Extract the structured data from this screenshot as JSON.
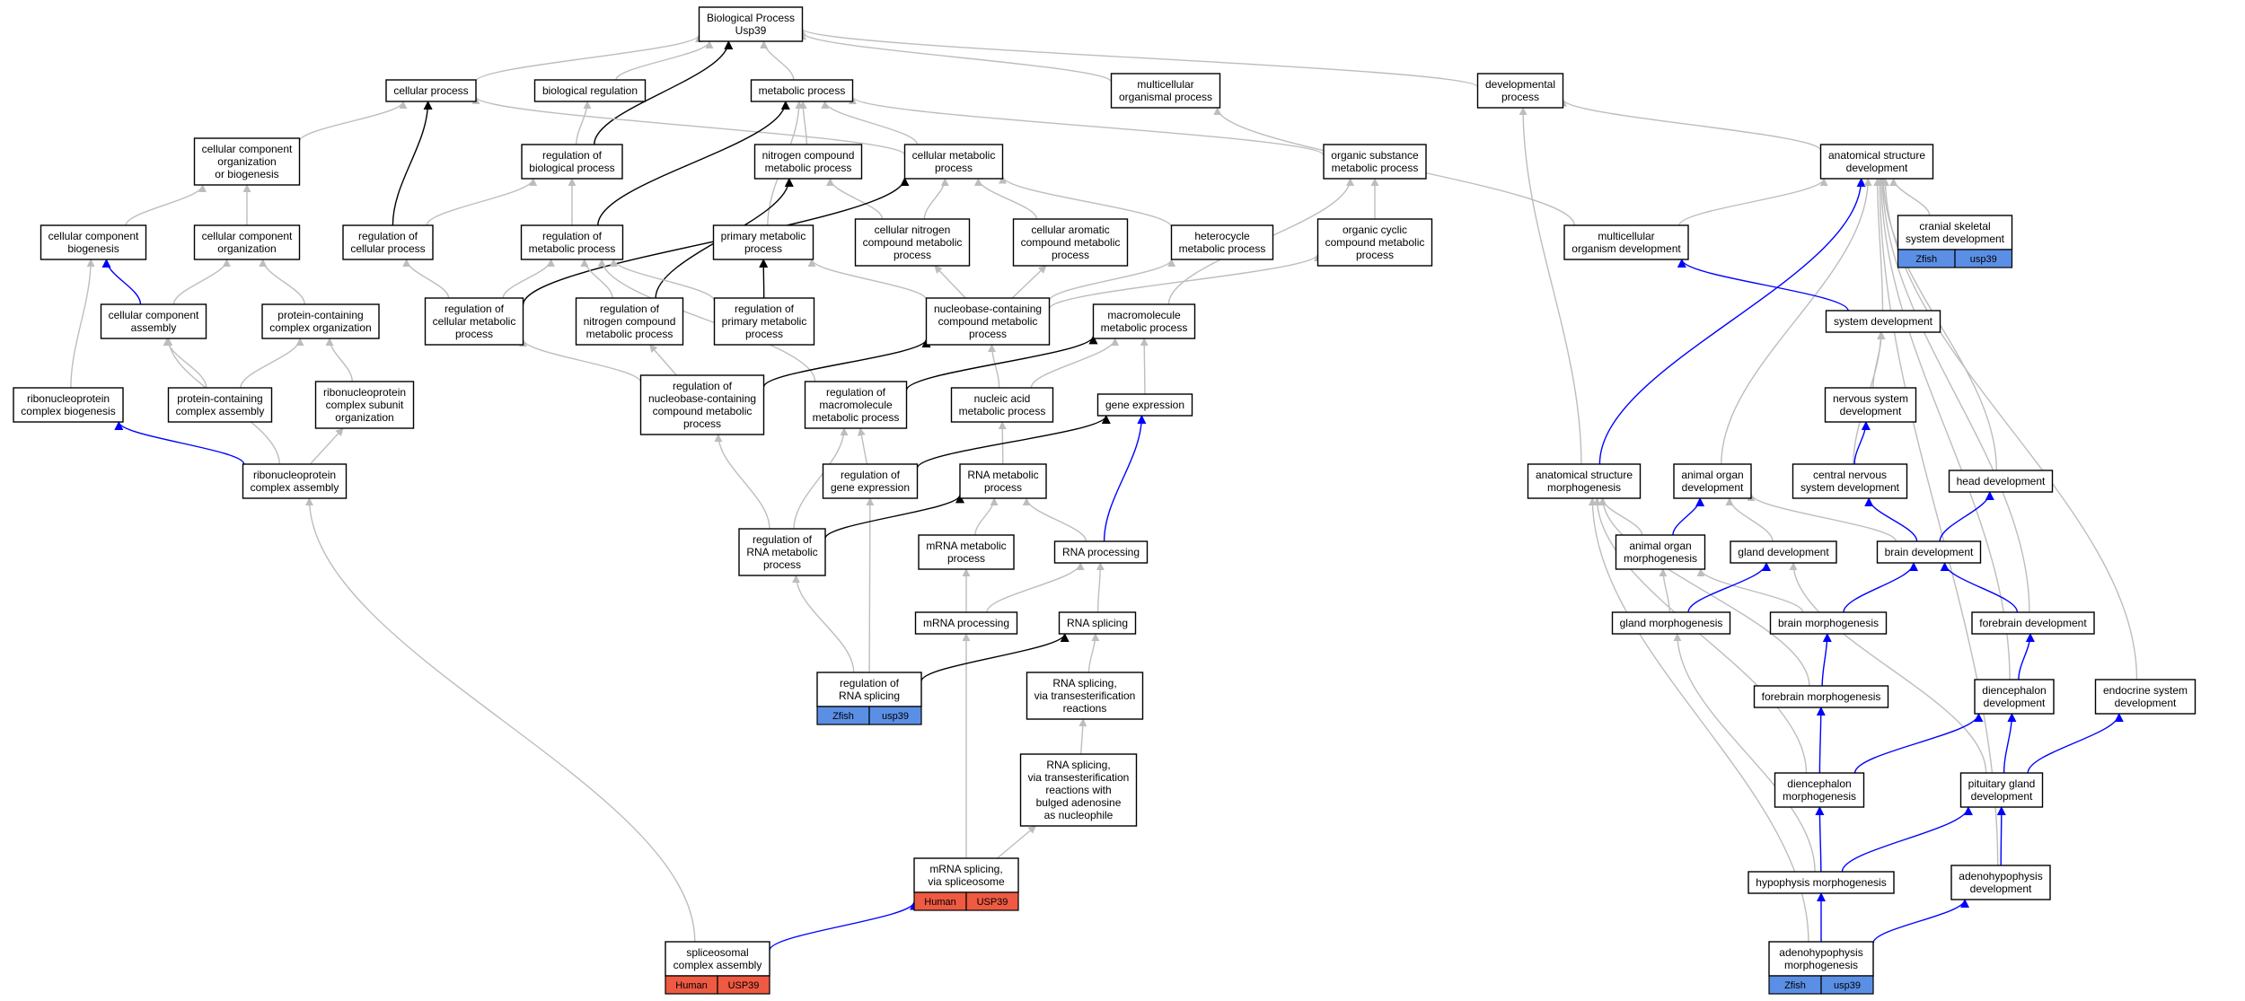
{
  "colors": {
    "gray": "#bdbdbd",
    "black": "#000000",
    "blue": "#0000ff",
    "zfish": "#5b8fe5",
    "human": "#ee5a42"
  },
  "nodes": [
    {
      "id": "bp",
      "lines": [
        "Biological Process",
        "Usp39"
      ]
    },
    {
      "id": "cellproc",
      "lines": [
        "cellular process"
      ]
    },
    {
      "id": "bioreg",
      "lines": [
        "biological regulation"
      ]
    },
    {
      "id": "metproc",
      "lines": [
        "metabolic process"
      ]
    },
    {
      "id": "multiorg",
      "lines": [
        "multicellular",
        "organismal process"
      ]
    },
    {
      "id": "devproc",
      "lines": [
        "developmental",
        "process"
      ]
    },
    {
      "id": "ccob",
      "lines": [
        "cellular component",
        "organization",
        "or biogenesis"
      ]
    },
    {
      "id": "regbio",
      "lines": [
        "regulation of",
        "biological process"
      ]
    },
    {
      "id": "ncmp",
      "lines": [
        "nitrogen compound",
        "metabolic process"
      ]
    },
    {
      "id": "cmp",
      "lines": [
        "cellular metabolic",
        "process"
      ]
    },
    {
      "id": "osmp",
      "lines": [
        "organic substance",
        "metabolic process"
      ]
    },
    {
      "id": "asd",
      "lines": [
        "anatomical structure",
        "development"
      ]
    },
    {
      "id": "ccbio",
      "lines": [
        "cellular component",
        "biogenesis"
      ]
    },
    {
      "id": "ccorg",
      "lines": [
        "cellular component",
        "organization"
      ]
    },
    {
      "id": "regcp",
      "lines": [
        "regulation of",
        "cellular process"
      ]
    },
    {
      "id": "regmp",
      "lines": [
        "regulation of",
        "metabolic process"
      ]
    },
    {
      "id": "pmp",
      "lines": [
        "primary metabolic",
        "process"
      ]
    },
    {
      "id": "cncmp",
      "lines": [
        "cellular nitrogen",
        "compound metabolic",
        "process"
      ]
    },
    {
      "id": "cacmp",
      "lines": [
        "cellular aromatic",
        "compound metabolic",
        "process"
      ]
    },
    {
      "id": "hmp",
      "lines": [
        "heterocycle",
        "metabolic process"
      ]
    },
    {
      "id": "occmp",
      "lines": [
        "organic cyclic",
        "compound metabolic",
        "process"
      ]
    },
    {
      "id": "mod",
      "lines": [
        "multicellular",
        "organism development"
      ]
    },
    {
      "id": "cskel",
      "lines": [
        "cranial skeletal",
        "system development"
      ],
      "tag": {
        "species": "Zfish",
        "gene": "usp39",
        "color": "zfish"
      }
    },
    {
      "id": "cca",
      "lines": [
        "cellular component",
        "assembly"
      ]
    },
    {
      "id": "pcco",
      "lines": [
        "protein-containing",
        "complex organization"
      ]
    },
    {
      "id": "regcmp",
      "lines": [
        "regulation of",
        "cellular metabolic",
        "process"
      ]
    },
    {
      "id": "regncmp",
      "lines": [
        "regulation of",
        "nitrogen compound",
        "metabolic process"
      ]
    },
    {
      "id": "regpmp",
      "lines": [
        "regulation of",
        "primary metabolic",
        "process"
      ]
    },
    {
      "id": "nbcmp",
      "lines": [
        "nucleobase-containing",
        "compound metabolic",
        "process"
      ]
    },
    {
      "id": "macro",
      "lines": [
        "macromolecule",
        "metabolic process"
      ]
    },
    {
      "id": "sysdev",
      "lines": [
        "system development"
      ]
    },
    {
      "id": "rnpcb",
      "lines": [
        "ribonucleoprotein",
        "complex biogenesis"
      ]
    },
    {
      "id": "pcca",
      "lines": [
        "protein-containing",
        "complex assembly"
      ]
    },
    {
      "id": "rnpcso",
      "lines": [
        "ribonucleoprotein",
        "complex subunit",
        "organization"
      ]
    },
    {
      "id": "regnbc",
      "lines": [
        "regulation of",
        "nucleobase-containing",
        "compound metabolic",
        "process"
      ]
    },
    {
      "id": "regmacro",
      "lines": [
        "regulation of",
        "macromolecule",
        "metabolic process"
      ]
    },
    {
      "id": "namp",
      "lines": [
        "nucleic acid",
        "metabolic process"
      ]
    },
    {
      "id": "geneexp",
      "lines": [
        "gene expression"
      ]
    },
    {
      "id": "nsd",
      "lines": [
        "nervous system",
        "development"
      ]
    },
    {
      "id": "rnpca",
      "lines": [
        "ribonucleoprotein",
        "complex assembly"
      ]
    },
    {
      "id": "reggene",
      "lines": [
        "regulation of",
        "gene expression"
      ]
    },
    {
      "id": "rnamp",
      "lines": [
        "RNA metabolic",
        "process"
      ]
    },
    {
      "id": "asm",
      "lines": [
        "anatomical structure",
        "morphogenesis"
      ]
    },
    {
      "id": "aod",
      "lines": [
        "animal organ",
        "development"
      ]
    },
    {
      "id": "cnsd",
      "lines": [
        "central nervous",
        "system development"
      ]
    },
    {
      "id": "headdev",
      "lines": [
        "head development"
      ]
    },
    {
      "id": "regrnamp",
      "lines": [
        "regulation of",
        "RNA metabolic",
        "process"
      ]
    },
    {
      "id": "mrnamp",
      "lines": [
        "mRNA metabolic",
        "process"
      ]
    },
    {
      "id": "rnaproc",
      "lines": [
        "RNA processing"
      ]
    },
    {
      "id": "aom",
      "lines": [
        "animal organ",
        "morphogenesis"
      ]
    },
    {
      "id": "glanddev",
      "lines": [
        "gland development"
      ]
    },
    {
      "id": "braindev",
      "lines": [
        "brain development"
      ]
    },
    {
      "id": "mrnaproc",
      "lines": [
        "mRNA processing"
      ]
    },
    {
      "id": "rnasplice",
      "lines": [
        "RNA splicing"
      ]
    },
    {
      "id": "glandmorph",
      "lines": [
        "gland morphogenesis"
      ]
    },
    {
      "id": "brainmorph",
      "lines": [
        "brain morphogenesis"
      ]
    },
    {
      "id": "fbdev",
      "lines": [
        "forebrain development"
      ]
    },
    {
      "id": "regrnasplice",
      "lines": [
        "regulation of",
        "RNA splicing"
      ],
      "tag": {
        "species": "Zfish",
        "gene": "usp39",
        "color": "zfish"
      }
    },
    {
      "id": "rnaspliceTE",
      "lines": [
        "RNA splicing,",
        "via transesterification",
        "reactions"
      ]
    },
    {
      "id": "fbmorph",
      "lines": [
        "forebrain morphogenesis"
      ]
    },
    {
      "id": "diendev",
      "lines": [
        "diencephalon",
        "development"
      ]
    },
    {
      "id": "endodev",
      "lines": [
        "endocrine system",
        "development"
      ]
    },
    {
      "id": "rnaspliceBA",
      "lines": [
        "RNA splicing,",
        "via transesterification",
        "reactions with",
        "bulged adenosine",
        "as nucleophile"
      ]
    },
    {
      "id": "dienmorph",
      "lines": [
        "diencephalon",
        "morphogenesis"
      ]
    },
    {
      "id": "pitdev",
      "lines": [
        "pituitary gland",
        "development"
      ]
    },
    {
      "id": "mrnasplice",
      "lines": [
        "mRNA splicing,",
        "via spliceosome"
      ],
      "tag": {
        "species": "Human",
        "gene": "USP39",
        "color": "human"
      }
    },
    {
      "id": "hypomorph",
      "lines": [
        "hypophysis morphogenesis"
      ]
    },
    {
      "id": "adenodev",
      "lines": [
        "adenohypophysis",
        "development"
      ]
    },
    {
      "id": "spliceo",
      "lines": [
        "spliceosomal",
        "complex assembly"
      ],
      "tag": {
        "species": "Human",
        "gene": "USP39",
        "color": "human"
      }
    },
    {
      "id": "adenomorph",
      "lines": [
        "adenohypophysis",
        "morphogenesis"
      ],
      "tag": {
        "species": "Zfish",
        "gene": "usp39",
        "color": "zfish"
      }
    }
  ],
  "edges": [
    {
      "from": "cellproc",
      "to": "bp",
      "color": "gray"
    },
    {
      "from": "bioreg",
      "to": "bp",
      "color": "gray"
    },
    {
      "from": "metproc",
      "to": "bp",
      "color": "gray"
    },
    {
      "from": "multiorg",
      "to": "bp",
      "color": "gray"
    },
    {
      "from": "devproc",
      "to": "bp",
      "color": "gray"
    },
    {
      "from": "regbio",
      "to": "bp",
      "color": "black"
    },
    {
      "from": "regbio",
      "to": "bioreg",
      "color": "gray"
    },
    {
      "from": "ccob",
      "to": "cellproc",
      "color": "gray"
    },
    {
      "from": "cmp",
      "to": "cellproc",
      "color": "gray"
    },
    {
      "from": "regcp",
      "to": "cellproc",
      "color": "black"
    },
    {
      "from": "ncmp",
      "to": "metproc",
      "color": "gray"
    },
    {
      "from": "cmp",
      "to": "metproc",
      "color": "gray"
    },
    {
      "from": "osmp",
      "to": "metproc",
      "color": "gray"
    },
    {
      "from": "pmp",
      "to": "metproc",
      "color": "gray"
    },
    {
      "from": "regmp",
      "to": "metproc",
      "color": "black"
    },
    {
      "from": "mod",
      "to": "multiorg",
      "color": "gray"
    },
    {
      "from": "asd",
      "to": "devproc",
      "color": "gray"
    },
    {
      "from": "asm",
      "to": "devproc",
      "color": "gray"
    },
    {
      "from": "ccbio",
      "to": "ccob",
      "color": "gray"
    },
    {
      "from": "ccorg",
      "to": "ccob",
      "color": "gray"
    },
    {
      "from": "regcp",
      "to": "regbio",
      "color": "gray"
    },
    {
      "from": "regmp",
      "to": "regbio",
      "color": "gray"
    },
    {
      "from": "cncmp",
      "to": "ncmp",
      "color": "gray"
    },
    {
      "from": "regncmp",
      "to": "ncmp",
      "color": "black"
    },
    {
      "from": "cncmp",
      "to": "cmp",
      "color": "gray"
    },
    {
      "from": "cacmp",
      "to": "cmp",
      "color": "gray"
    },
    {
      "from": "hmp",
      "to": "cmp",
      "color": "gray"
    },
    {
      "from": "regcmp",
      "to": "cmp",
      "color": "black"
    },
    {
      "from": "occmp",
      "to": "osmp",
      "color": "gray"
    },
    {
      "from": "macro",
      "to": "osmp",
      "color": "gray"
    },
    {
      "from": "mod",
      "to": "asd",
      "color": "gray"
    },
    {
      "from": "cskel",
      "to": "asd",
      "color": "gray"
    },
    {
      "from": "sysdev",
      "to": "asd",
      "color": "gray"
    },
    {
      "from": "asm",
      "to": "asd",
      "color": "blue"
    },
    {
      "from": "aod",
      "to": "asd",
      "color": "gray"
    },
    {
      "from": "headdev",
      "to": "asd",
      "color": "gray"
    },
    {
      "from": "fbdev",
      "to": "asd",
      "color": "gray"
    },
    {
      "from": "diendev",
      "to": "asd",
      "color": "gray"
    },
    {
      "from": "endodev",
      "to": "asd",
      "color": "gray"
    },
    {
      "from": "adenodev",
      "to": "asd",
      "color": "gray"
    },
    {
      "from": "rnpcb",
      "to": "ccbio",
      "color": "gray"
    },
    {
      "from": "cca",
      "to": "ccbio",
      "color": "blue"
    },
    {
      "from": "cca",
      "to": "ccorg",
      "color": "gray"
    },
    {
      "from": "pcco",
      "to": "ccorg",
      "color": "gray"
    },
    {
      "from": "regcmp",
      "to": "regcp",
      "color": "gray"
    },
    {
      "from": "regcmp",
      "to": "regmp",
      "color": "gray"
    },
    {
      "from": "regncmp",
      "to": "regmp",
      "color": "gray"
    },
    {
      "from": "regpmp",
      "to": "regmp",
      "color": "gray"
    },
    {
      "from": "regmacro",
      "to": "regmp",
      "color": "gray"
    },
    {
      "from": "regpmp",
      "to": "pmp",
      "color": "black"
    },
    {
      "from": "nbcmp",
      "to": "pmp",
      "color": "gray"
    },
    {
      "from": "nbcmp",
      "to": "cncmp",
      "color": "gray"
    },
    {
      "from": "nbcmp",
      "to": "cacmp",
      "color": "gray"
    },
    {
      "from": "nbcmp",
      "to": "hmp",
      "color": "gray"
    },
    {
      "from": "nbcmp",
      "to": "occmp",
      "color": "gray"
    },
    {
      "from": "sysdev",
      "to": "mod",
      "color": "blue"
    },
    {
      "from": "pcca",
      "to": "cca",
      "color": "gray"
    },
    {
      "from": "rnpca",
      "to": "cca",
      "color": "gray"
    },
    {
      "from": "pcca",
      "to": "pcco",
      "color": "gray"
    },
    {
      "from": "rnpcso",
      "to": "pcco",
      "color": "gray"
    },
    {
      "from": "regnbc",
      "to": "regcmp",
      "color": "gray"
    },
    {
      "from": "regnbc",
      "to": "regncmp",
      "color": "gray"
    },
    {
      "from": "regnbc",
      "to": "nbcmp",
      "color": "black"
    },
    {
      "from": "namp",
      "to": "nbcmp",
      "color": "gray"
    },
    {
      "from": "namp",
      "to": "macro",
      "color": "gray"
    },
    {
      "from": "geneexp",
      "to": "macro",
      "color": "gray"
    },
    {
      "from": "regmacro",
      "to": "macro",
      "color": "black"
    },
    {
      "from": "nsd",
      "to": "sysdev",
      "color": "gray"
    },
    {
      "from": "cnsd",
      "to": "sysdev",
      "color": "gray"
    },
    {
      "from": "rnpca",
      "to": "rnpcb",
      "color": "blue"
    },
    {
      "from": "rnpca",
      "to": "rnpcso",
      "color": "gray"
    },
    {
      "from": "regrnamp",
      "to": "regnbc",
      "color": "gray"
    },
    {
      "from": "reggene",
      "to": "regmacro",
      "color": "gray"
    },
    {
      "from": "regrnamp",
      "to": "regmacro",
      "color": "gray"
    },
    {
      "from": "rnamp",
      "to": "namp",
      "color": "gray"
    },
    {
      "from": "reggene",
      "to": "geneexp",
      "color": "black"
    },
    {
      "from": "rnaproc",
      "to": "geneexp",
      "color": "blue"
    },
    {
      "from": "cnsd",
      "to": "nsd",
      "color": "blue"
    },
    {
      "from": "spliceo",
      "to": "rnpca",
      "color": "gray"
    },
    {
      "from": "regrnasplice",
      "to": "reggene",
      "color": "gray"
    },
    {
      "from": "regrnamp",
      "to": "rnamp",
      "color": "black"
    },
    {
      "from": "mrnamp",
      "to": "rnamp",
      "color": "gray"
    },
    {
      "from": "rnaproc",
      "to": "rnamp",
      "color": "gray"
    },
    {
      "from": "aom",
      "to": "asm",
      "color": "gray"
    },
    {
      "from": "fbmorph",
      "to": "asm",
      "color": "gray"
    },
    {
      "from": "dienmorph",
      "to": "asm",
      "color": "gray"
    },
    {
      "from": "adenomorph",
      "to": "asm",
      "color": "gray"
    },
    {
      "from": "aom",
      "to": "aod",
      "color": "blue"
    },
    {
      "from": "glanddev",
      "to": "aod",
      "color": "gray"
    },
    {
      "from": "braindev",
      "to": "aod",
      "color": "gray"
    },
    {
      "from": "braindev",
      "to": "cnsd",
      "color": "blue"
    },
    {
      "from": "braindev",
      "to": "headdev",
      "color": "blue"
    },
    {
      "from": "regrnasplice",
      "to": "regrnamp",
      "color": "gray"
    },
    {
      "from": "mrnaproc",
      "to": "mrnamp",
      "color": "gray"
    },
    {
      "from": "mrnaproc",
      "to": "rnaproc",
      "color": "gray"
    },
    {
      "from": "rnasplice",
      "to": "rnaproc",
      "color": "gray"
    },
    {
      "from": "glandmorph",
      "to": "aom",
      "color": "gray"
    },
    {
      "from": "brainmorph",
      "to": "aom",
      "color": "gray"
    },
    {
      "from": "glandmorph",
      "to": "glanddev",
      "color": "blue"
    },
    {
      "from": "pitdev",
      "to": "glanddev",
      "color": "gray"
    },
    {
      "from": "brainmorph",
      "to": "braindev",
      "color": "blue"
    },
    {
      "from": "fbdev",
      "to": "braindev",
      "color": "blue"
    },
    {
      "from": "mrnasplice",
      "to": "mrnaproc",
      "color": "gray"
    },
    {
      "from": "rnaspliceTE",
      "to": "rnasplice",
      "color": "gray"
    },
    {
      "from": "regrnasplice",
      "to": "rnasplice",
      "color": "black"
    },
    {
      "from": "hypomorph",
      "to": "glandmorph",
      "color": "gray"
    },
    {
      "from": "fbmorph",
      "to": "brainmorph",
      "color": "blue"
    },
    {
      "from": "diendev",
      "to": "fbdev",
      "color": "blue"
    },
    {
      "from": "rnaspliceBA",
      "to": "rnaspliceTE",
      "color": "gray"
    },
    {
      "from": "dienmorph",
      "to": "fbmorph",
      "color": "blue"
    },
    {
      "from": "dienmorph",
      "to": "diendev",
      "color": "blue"
    },
    {
      "from": "pitdev",
      "to": "diendev",
      "color": "blue"
    },
    {
      "from": "pitdev",
      "to": "endodev",
      "color": "blue"
    },
    {
      "from": "mrnasplice",
      "to": "rnaspliceBA",
      "color": "gray"
    },
    {
      "from": "hypomorph",
      "to": "dienmorph",
      "color": "blue"
    },
    {
      "from": "hypomorph",
      "to": "pitdev",
      "color": "blue"
    },
    {
      "from": "adenodev",
      "to": "pitdev",
      "color": "blue"
    },
    {
      "from": "spliceo",
      "to": "mrnasplice",
      "color": "blue"
    },
    {
      "from": "adenomorph",
      "to": "hypomorph",
      "color": "blue"
    },
    {
      "from": "adenomorph",
      "to": "adenodev",
      "color": "blue"
    }
  ]
}
